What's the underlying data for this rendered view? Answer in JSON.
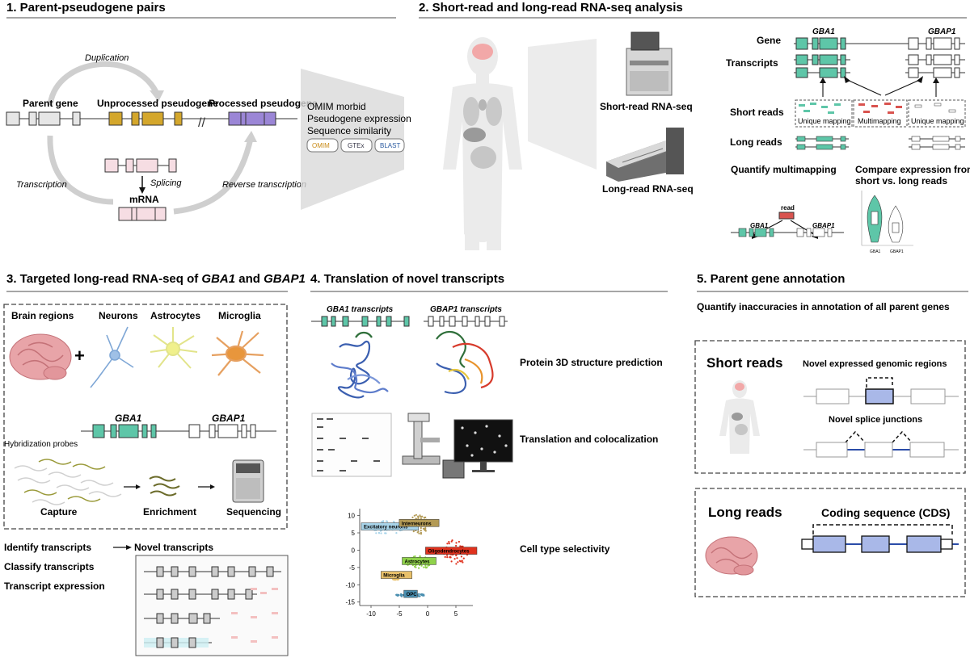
{
  "colors": {
    "teal": "#5ec6a8",
    "mustard": "#d4a72c",
    "purple": "#9b86d6",
    "pink_exon": "#f6dde3",
    "gray_exon": "#e6e6e6",
    "red_read": "#d9534f",
    "blue_block": "#a9b8e8",
    "divider": "#888888"
  },
  "panel1": {
    "title": "1. Parent-pseudogene pairs",
    "duplication": "Duplication",
    "parent_gene": "Parent gene",
    "unprocessed": "Unprocessed pseudogene",
    "processed": "Processed pseudogene",
    "transcription": "Transcription",
    "splicing": "Splicing",
    "mrna": "mRNA",
    "reverse_transcription": "Reverse transcription",
    "criteria": [
      "OMIM morbid",
      "Pseudogene expression",
      "Sequence similarity"
    ],
    "db_logos": [
      "OMIM",
      "GTEx",
      "BLAST"
    ]
  },
  "panel2": {
    "title": "2. Short-read and long-read RNA-seq analysis",
    "short_read_seq": "Short-read RNA-seq",
    "long_read_seq": "Long-read RNA-seq",
    "row_gene": "Gene",
    "row_transcripts": "Transcripts",
    "row_short_reads": "Short reads",
    "row_long_reads": "Long  reads",
    "gene1": "GBA1",
    "gene2": "GBAP1",
    "unique_mapping": "Unique mapping",
    "multimapping": "Multimapping",
    "quantify_multimapping": "Quantify multimapping",
    "read": "read",
    "compare_line1": "Compare expression from",
    "compare_line2": "short vs. long reads",
    "violin_x": [
      "GBA1",
      "GBAP1"
    ]
  },
  "panel3": {
    "title_prefix": "3. Targeted long-read RNA-seq of ",
    "title_gene1": "GBA1",
    "title_and": " and ",
    "title_gene2": "GBAP1",
    "brain_regions": "Brain regions",
    "plus": "+",
    "neurons": "Neurons",
    "astrocytes": "Astrocytes",
    "microglia": "Microglia",
    "gene1": "GBA1",
    "gene2": "GBAP1",
    "hybridization": "Hybridization probes",
    "capture": "Capture",
    "enrichment": "Enrichment",
    "sequencing": "Sequencing",
    "identify": "Identify transcripts",
    "novel": "Novel transcripts",
    "classify": "Classify transcripts",
    "expression": "Transcript expression"
  },
  "panel4": {
    "title": "4. Translation of novel transcripts",
    "gba1_transcripts": "GBA1 transcripts",
    "gbap1_transcripts": "GBAP1 transcripts",
    "protein": "Protein 3D structure prediction",
    "translation": "Translation and colocalization",
    "celltype": "Cell type selectivity",
    "cluster_labels": [
      "Excitatory neurons",
      "Interneurons",
      "Oligodendrocytes",
      "Astrocytes",
      "Microglia",
      "OPC"
    ]
  },
  "panel5": {
    "title": "5. Parent gene annotation",
    "subtitle": "Quantify inaccuracies in annotation of all parent genes",
    "short_reads": "Short reads",
    "novel_regions": "Novel expressed genomic regions",
    "novel_junctions": "Novel splice junctions",
    "long_reads": "Long reads",
    "cds": "Coding sequence (CDS)"
  },
  "chart_data": {
    "type": "scatter",
    "title": "",
    "xlabel": "",
    "ylabel": "",
    "xlim": [
      -12,
      8
    ],
    "ylim": [
      -16,
      12
    ],
    "x_ticks": [
      "-10",
      "-5",
      "0",
      "5"
    ],
    "y_ticks": [
      "10",
      "5",
      "0",
      "-5",
      "-10",
      "-15"
    ],
    "clusters": [
      {
        "name": "Excitatory neurons",
        "x": -7.5,
        "y": 6.5,
        "color": "#a8d4ea"
      },
      {
        "name": "Interneurons",
        "x": -1.5,
        "y": 7.5,
        "color": "#b39a55"
      },
      {
        "name": "Oligodendrocytes",
        "x": 5.0,
        "y": -0.5,
        "color": "#e0321e"
      },
      {
        "name": "Astrocytes",
        "x": -1.5,
        "y": -3.5,
        "color": "#8fd24a"
      },
      {
        "name": "Microglia",
        "x": -5.5,
        "y": -7.5,
        "color": "#e8c06a"
      },
      {
        "name": "OPC",
        "x": -3.0,
        "y": -13.0,
        "color": "#4a8fb0"
      }
    ]
  }
}
